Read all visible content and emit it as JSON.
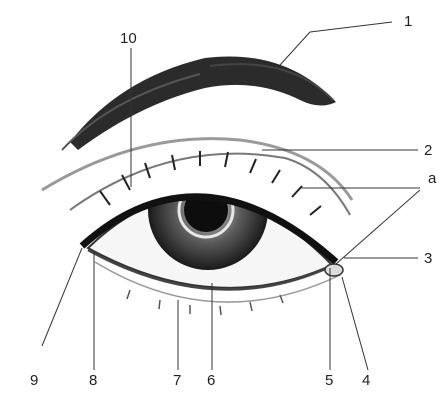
{
  "labels": {
    "l1": "1",
    "l2": "2",
    "la": "a",
    "l3": "3",
    "l4": "4",
    "l5": "5",
    "l6": "6",
    "l7": "7",
    "l8": "8",
    "l9": "9",
    "l10": "10"
  }
}
